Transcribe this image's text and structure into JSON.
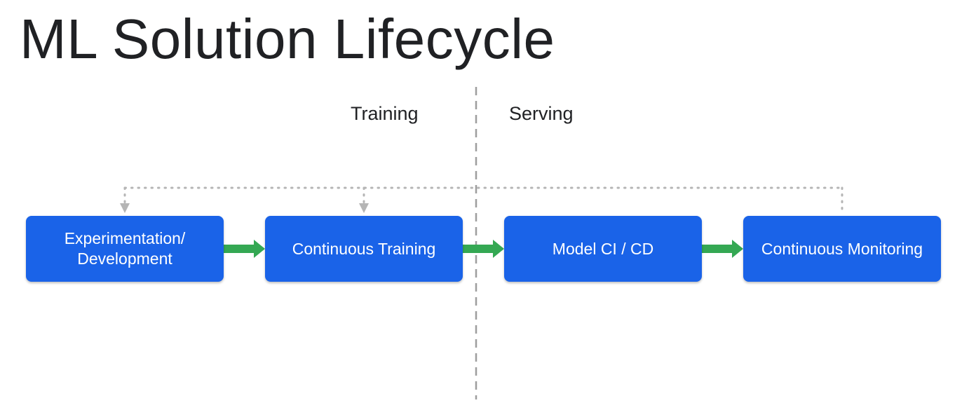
{
  "title": "ML Solution Lifecycle",
  "phases": {
    "training": "Training",
    "serving": "Serving"
  },
  "stages": [
    {
      "label": "Experimentation/ Development"
    },
    {
      "label": "Continuous Training"
    },
    {
      "label": "Model CI / CD"
    },
    {
      "label": "Continuous Monitoring"
    }
  ],
  "colors": {
    "stage_fill": "#1a63e8",
    "flow_arrow": "#34a853",
    "feedback_line": "#b0b0b0",
    "divider": "#9e9e9e",
    "title_text": "#202124"
  }
}
